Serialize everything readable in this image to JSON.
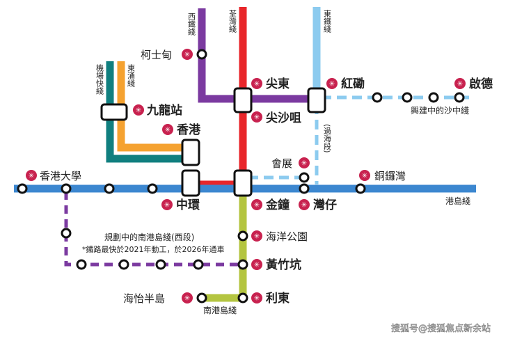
{
  "lines": {
    "tsuen_wan": "荃灣綫",
    "west_rail": "西鐵綫",
    "east_rail": "東鐵綫",
    "airport_express": "機場快綫",
    "tung_chung": "東涌綫",
    "island": "港島綫",
    "south_island": "南港島綫",
    "east_rail_via": "(過海段)",
    "shatin_central": "興建中的沙中綫",
    "south_island_west": "規劃中的南港島綫(西段)",
    "south_island_west_note": "*鐵路最快於2021年動工，於2026年通車"
  },
  "stations": {
    "austin": "柯士甸",
    "tsim_sha_tsui_east": "尖東",
    "tsim_sha_tsui": "尖沙咀",
    "hung_hom": "紅磡",
    "kai_tak": "啟德",
    "kowloon": "九龍站",
    "hong_kong": "香港",
    "exhibition": "會展",
    "hku": "香港大學",
    "causeway_bay": "銅鑼灣",
    "central": "中環",
    "admiralty": "金鐘",
    "wan_chai": "灣仔",
    "ocean_park": "海洋公園",
    "wong_chuk_hang": "黃竹坑",
    "south_horizons": "海怡半島",
    "lei_tung": "利東"
  },
  "watermark": "搜狐号@搜狐焦点新余站",
  "colors": {
    "tsuen_wan": "#e8262a",
    "west_rail": "#7b3aa0",
    "east_rail": "#8ccbef",
    "airport_express": "#107f7f",
    "tung_chung": "#f5a230",
    "island": "#3c87d0",
    "south_island": "#b4c540",
    "south_island_west": "#7b3aa0",
    "mtr_logo": "#c8224f"
  },
  "icons": {
    "station_logo": "mtr-logo-icon"
  }
}
